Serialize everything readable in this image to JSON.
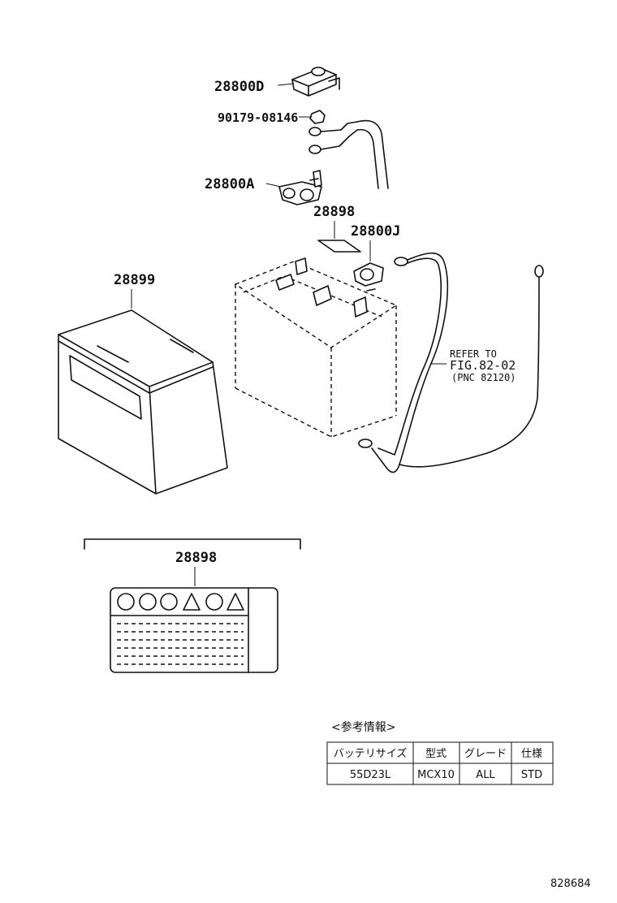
{
  "parts": {
    "terminal_cover": "28800D",
    "nut": "90179-08146",
    "clamp": "28800A",
    "label_small": "28898",
    "terminal_j": "28800J",
    "battery_tray": "28899",
    "caution_label": "28898"
  },
  "refer_note": {
    "line1": "REFER TO",
    "line2": "FIG.82-02",
    "line3": "(PNC 82120)"
  },
  "reference": {
    "title": "<参考情報>",
    "headers": [
      "バッテリサイズ",
      "型式",
      "グレード",
      "仕様"
    ],
    "row": [
      "55D23L",
      "MCX10",
      "ALL",
      "STD"
    ]
  },
  "diagram_id": "828684"
}
